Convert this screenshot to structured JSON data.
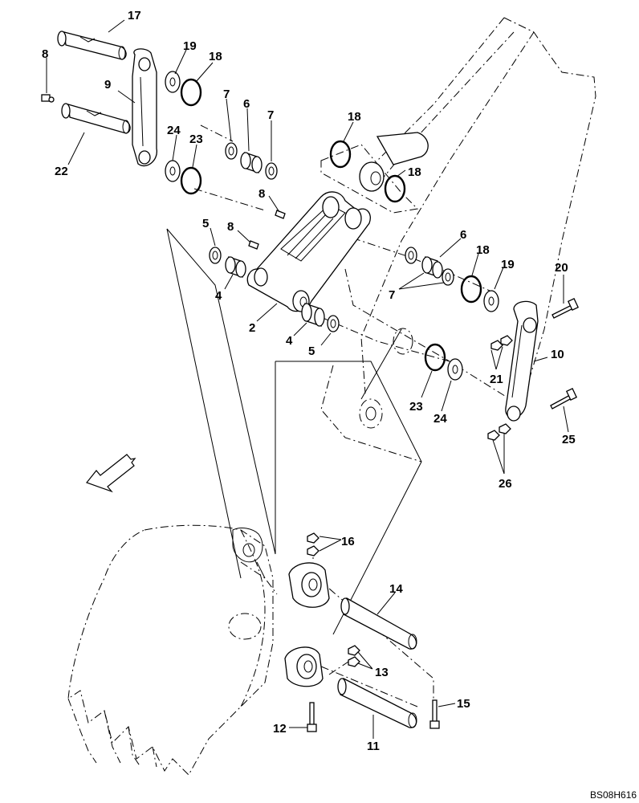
{
  "diagram": {
    "drawing_code": "BS08H616",
    "callouts": {
      "c17": "17",
      "c19a": "19",
      "c18a": "18",
      "c8a": "8",
      "c9": "9",
      "c7a": "7",
      "c6a": "6",
      "c7b": "7",
      "c18b": "18",
      "c24a": "24",
      "c23a": "23",
      "c22": "22",
      "c18c": "18",
      "c8b": "8",
      "c5a": "5",
      "c8c": "8",
      "c4a": "4",
      "c6b": "6",
      "c18d": "18",
      "c19b": "19",
      "c20": "20",
      "c7c": "7",
      "c2": "2",
      "c4b": "4",
      "c5b": "5",
      "c10": "10",
      "c21": "21",
      "c23b": "23",
      "c24b": "24",
      "c25": "25",
      "c26": "26",
      "c16": "16",
      "c14": "14",
      "c13": "13",
      "c15": "15",
      "c12": "12",
      "c11": "11"
    }
  }
}
